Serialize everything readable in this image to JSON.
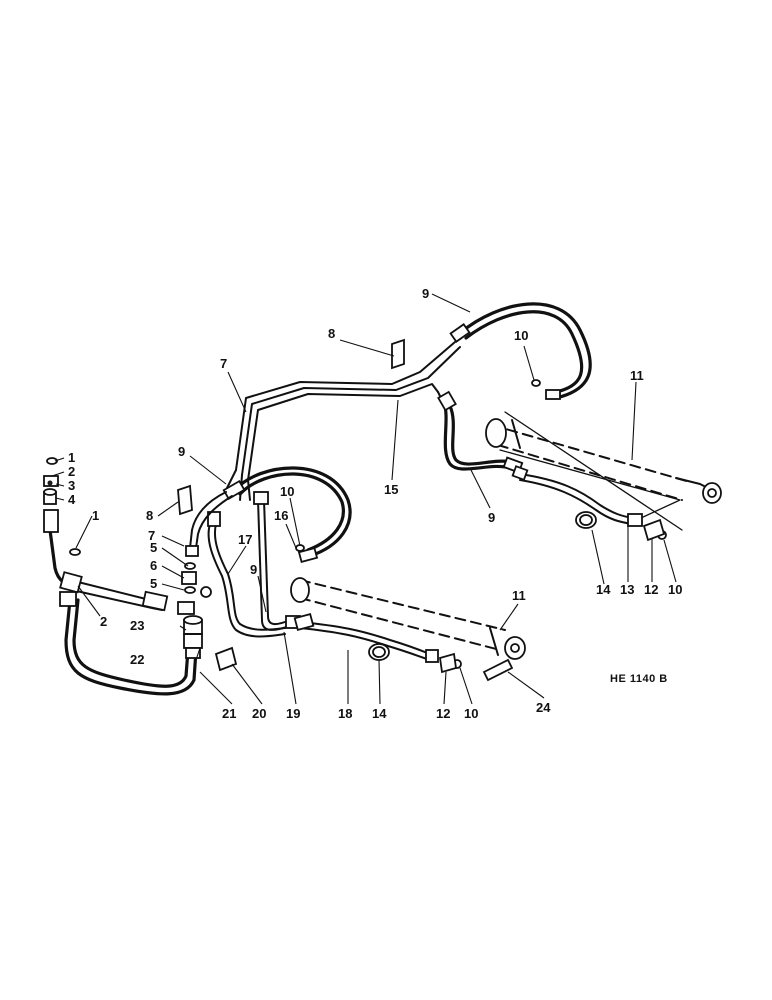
{
  "reference_code": "HE 1140 B",
  "callouts": [
    {
      "id": "c1a",
      "text": "1"
    },
    {
      "id": "c2a",
      "text": "2"
    },
    {
      "id": "c3",
      "text": "3"
    },
    {
      "id": "c4",
      "text": "4"
    },
    {
      "id": "c1b",
      "text": "1"
    },
    {
      "id": "c2b",
      "text": "2"
    },
    {
      "id": "c5a",
      "text": "5"
    },
    {
      "id": "c6",
      "text": "6"
    },
    {
      "id": "c5b",
      "text": "5"
    },
    {
      "id": "c7a",
      "text": "7"
    },
    {
      "id": "c7b",
      "text": "7"
    },
    {
      "id": "c8a",
      "text": "8"
    },
    {
      "id": "c8b",
      "text": "8"
    },
    {
      "id": "c9a",
      "text": "9"
    },
    {
      "id": "c9b",
      "text": "9"
    },
    {
      "id": "c9c",
      "text": "9"
    },
    {
      "id": "c9d",
      "text": "9"
    },
    {
      "id": "c10a",
      "text": "10"
    },
    {
      "id": "c10b",
      "text": "10"
    },
    {
      "id": "c10c",
      "text": "10"
    },
    {
      "id": "c10d",
      "text": "10"
    },
    {
      "id": "c11a",
      "text": "11"
    },
    {
      "id": "c11b",
      "text": "11"
    },
    {
      "id": "c12a",
      "text": "12"
    },
    {
      "id": "c12b",
      "text": "12"
    },
    {
      "id": "c13",
      "text": "13"
    },
    {
      "id": "c14a",
      "text": "14"
    },
    {
      "id": "c14b",
      "text": "14"
    },
    {
      "id": "c15",
      "text": "15"
    },
    {
      "id": "c16",
      "text": "16"
    },
    {
      "id": "c17",
      "text": "17"
    },
    {
      "id": "c18",
      "text": "18"
    },
    {
      "id": "c19",
      "text": "19"
    },
    {
      "id": "c20",
      "text": "20"
    },
    {
      "id": "c21",
      "text": "21"
    },
    {
      "id": "c22",
      "text": "22"
    },
    {
      "id": "c23",
      "text": "23"
    },
    {
      "id": "c24",
      "text": "24"
    }
  ]
}
